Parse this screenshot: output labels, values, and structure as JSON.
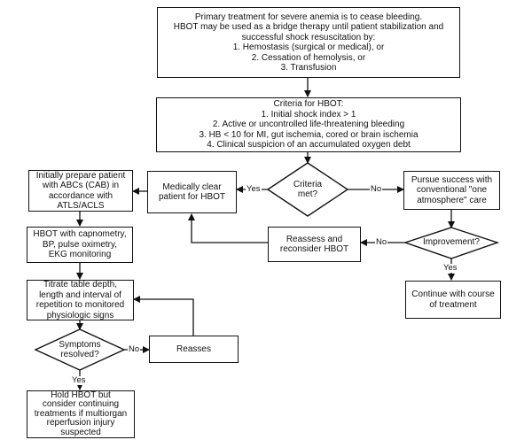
{
  "flowchart": {
    "top_box": "Primary treatment for severe anemia is to cease bleeding.\nHBOT may be used as a bridge therapy until patient stabilization and\nsuccessful shock resuscitation by:\n1. Hemostasis (surgical or medical), or\n2. Cessation of hemolysis, or\n3. Transfusion",
    "criteria_box": "Criteria for HBOT:\n1. Initial shock index > 1\n2. Active or uncontrolled life-threatening bleeding\n3. HB < 10 for MI, gut ischemia, cored or brain ischemia\n4. Clinical suspicion of an accumulated oxygen debt",
    "criteria_met_decision": "Criteria\nmet?",
    "medically_clear_box": "Medically clear\npatient for HBOT",
    "pursue_success_box": "Pursue success with\nconventional \"one\natmosphere\" care",
    "improvement_decision": "Improvement?",
    "reassess_reconsider_box": "Reassess and\nreconsider HBOT",
    "continue_course_box": "Continue with course\nof treatment",
    "initially_prepare_box": "Initially prepare patient\nwith ABCs (CAB) in\naccordance with\nATLS/ACLS",
    "hbot_monitoring_box": "HBOT with capnometry,\nBP, pulse oximetry,\nEKG monitoring",
    "titrate_box": "Titrate table depth,\nlength and interval of\nrepetition to monitored\nphysiologic signs",
    "symptoms_resolved_decision": "Symptoms\nresolved?",
    "reasses_box": "Reasses",
    "hold_hbot_box": "Hold HBOT but\nconsider continuing\ntreatments if multiorgan\nreperfusion injury\nsuspected",
    "labels": {
      "yes_criteria": "Yes",
      "no_criteria": "No",
      "no_improvement": "No",
      "yes_improvement": "Yes",
      "no_symptoms": "No",
      "yes_symptoms": "Yes"
    }
  }
}
